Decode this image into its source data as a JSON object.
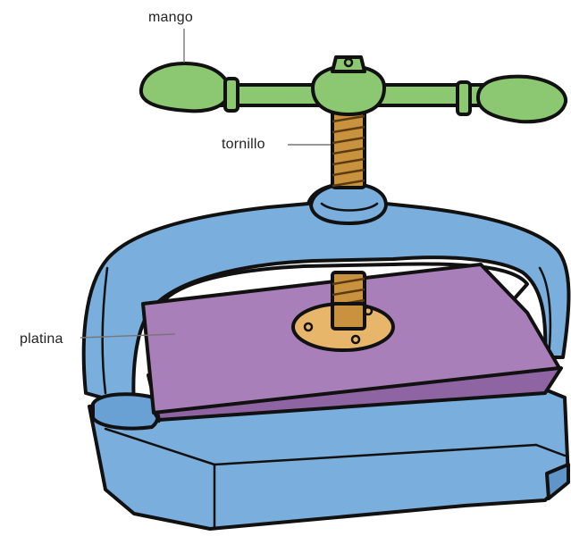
{
  "labels": {
    "handle": "mango",
    "screw": "tornillo",
    "platen": "platina"
  },
  "colors": {
    "frame_blue": "#7aaedc",
    "frame_shadow": "#5f95c8",
    "handle_green": "#8cc872",
    "platen_purple": "#a97fb9",
    "screw_bronze": "#c9923e",
    "plate_gold": "#e8b66a",
    "outline": "#111111",
    "background": "#ffffff"
  }
}
